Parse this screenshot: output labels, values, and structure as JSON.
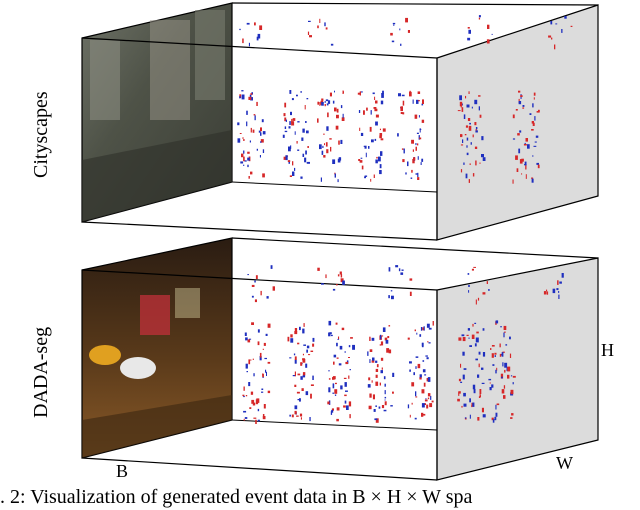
{
  "panels": [
    {
      "label": "Cityscapes"
    },
    {
      "label": "DADA-seg"
    }
  ],
  "axes": {
    "b": "B",
    "h": "H",
    "w": "W"
  },
  "caption": "g. 2: Visualization of generated event data in B × H × W spa",
  "colors": {
    "positive_events": "#d62728",
    "negative_events": "#1f2fbf",
    "far_face": "#dcdcdc"
  }
}
